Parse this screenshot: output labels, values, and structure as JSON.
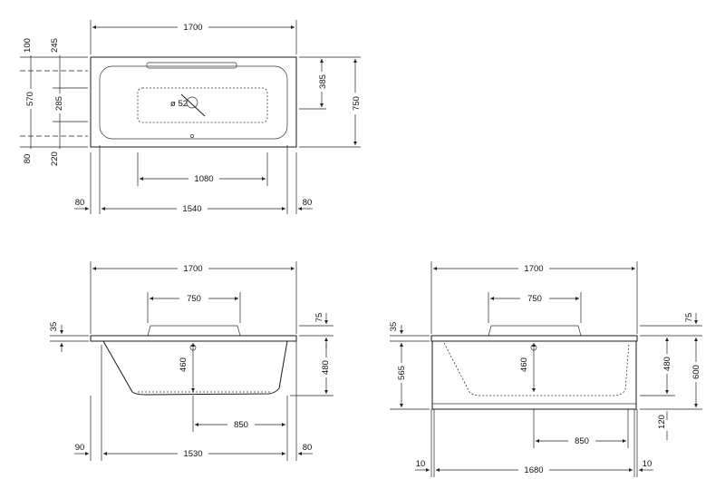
{
  "top_view": {
    "length": "1700",
    "width": "750",
    "end_left": "100",
    "end_left_inner": "245",
    "basin_width": "570",
    "drain_offset": "285",
    "back_rim": "80",
    "back_rim_inner": "220",
    "handle_depth": "385",
    "drain_symbol": "ø 52",
    "flat_length": "1080",
    "inner_length": "1540",
    "rim_left": "80",
    "rim_right": "80"
  },
  "side_view_left": {
    "length": "1700",
    "headrest_length": "750",
    "rim_height": "35",
    "headrest_height": "75",
    "depth_inner": "460",
    "depth_total": "480",
    "drain_position": "850",
    "inner_length": "1530",
    "rim_left": "90",
    "rim_right": "80"
  },
  "side_view_right": {
    "length": "1700",
    "headrest_length": "750",
    "rim_height": "35",
    "headrest_height": "75",
    "panel_height": "565",
    "depth_inner": "460",
    "depth_total": "480",
    "overall_height": "600",
    "feet_height": "120",
    "drain_position": "850",
    "inner_length": "1680",
    "rim_left": "10",
    "rim_right": "10"
  }
}
